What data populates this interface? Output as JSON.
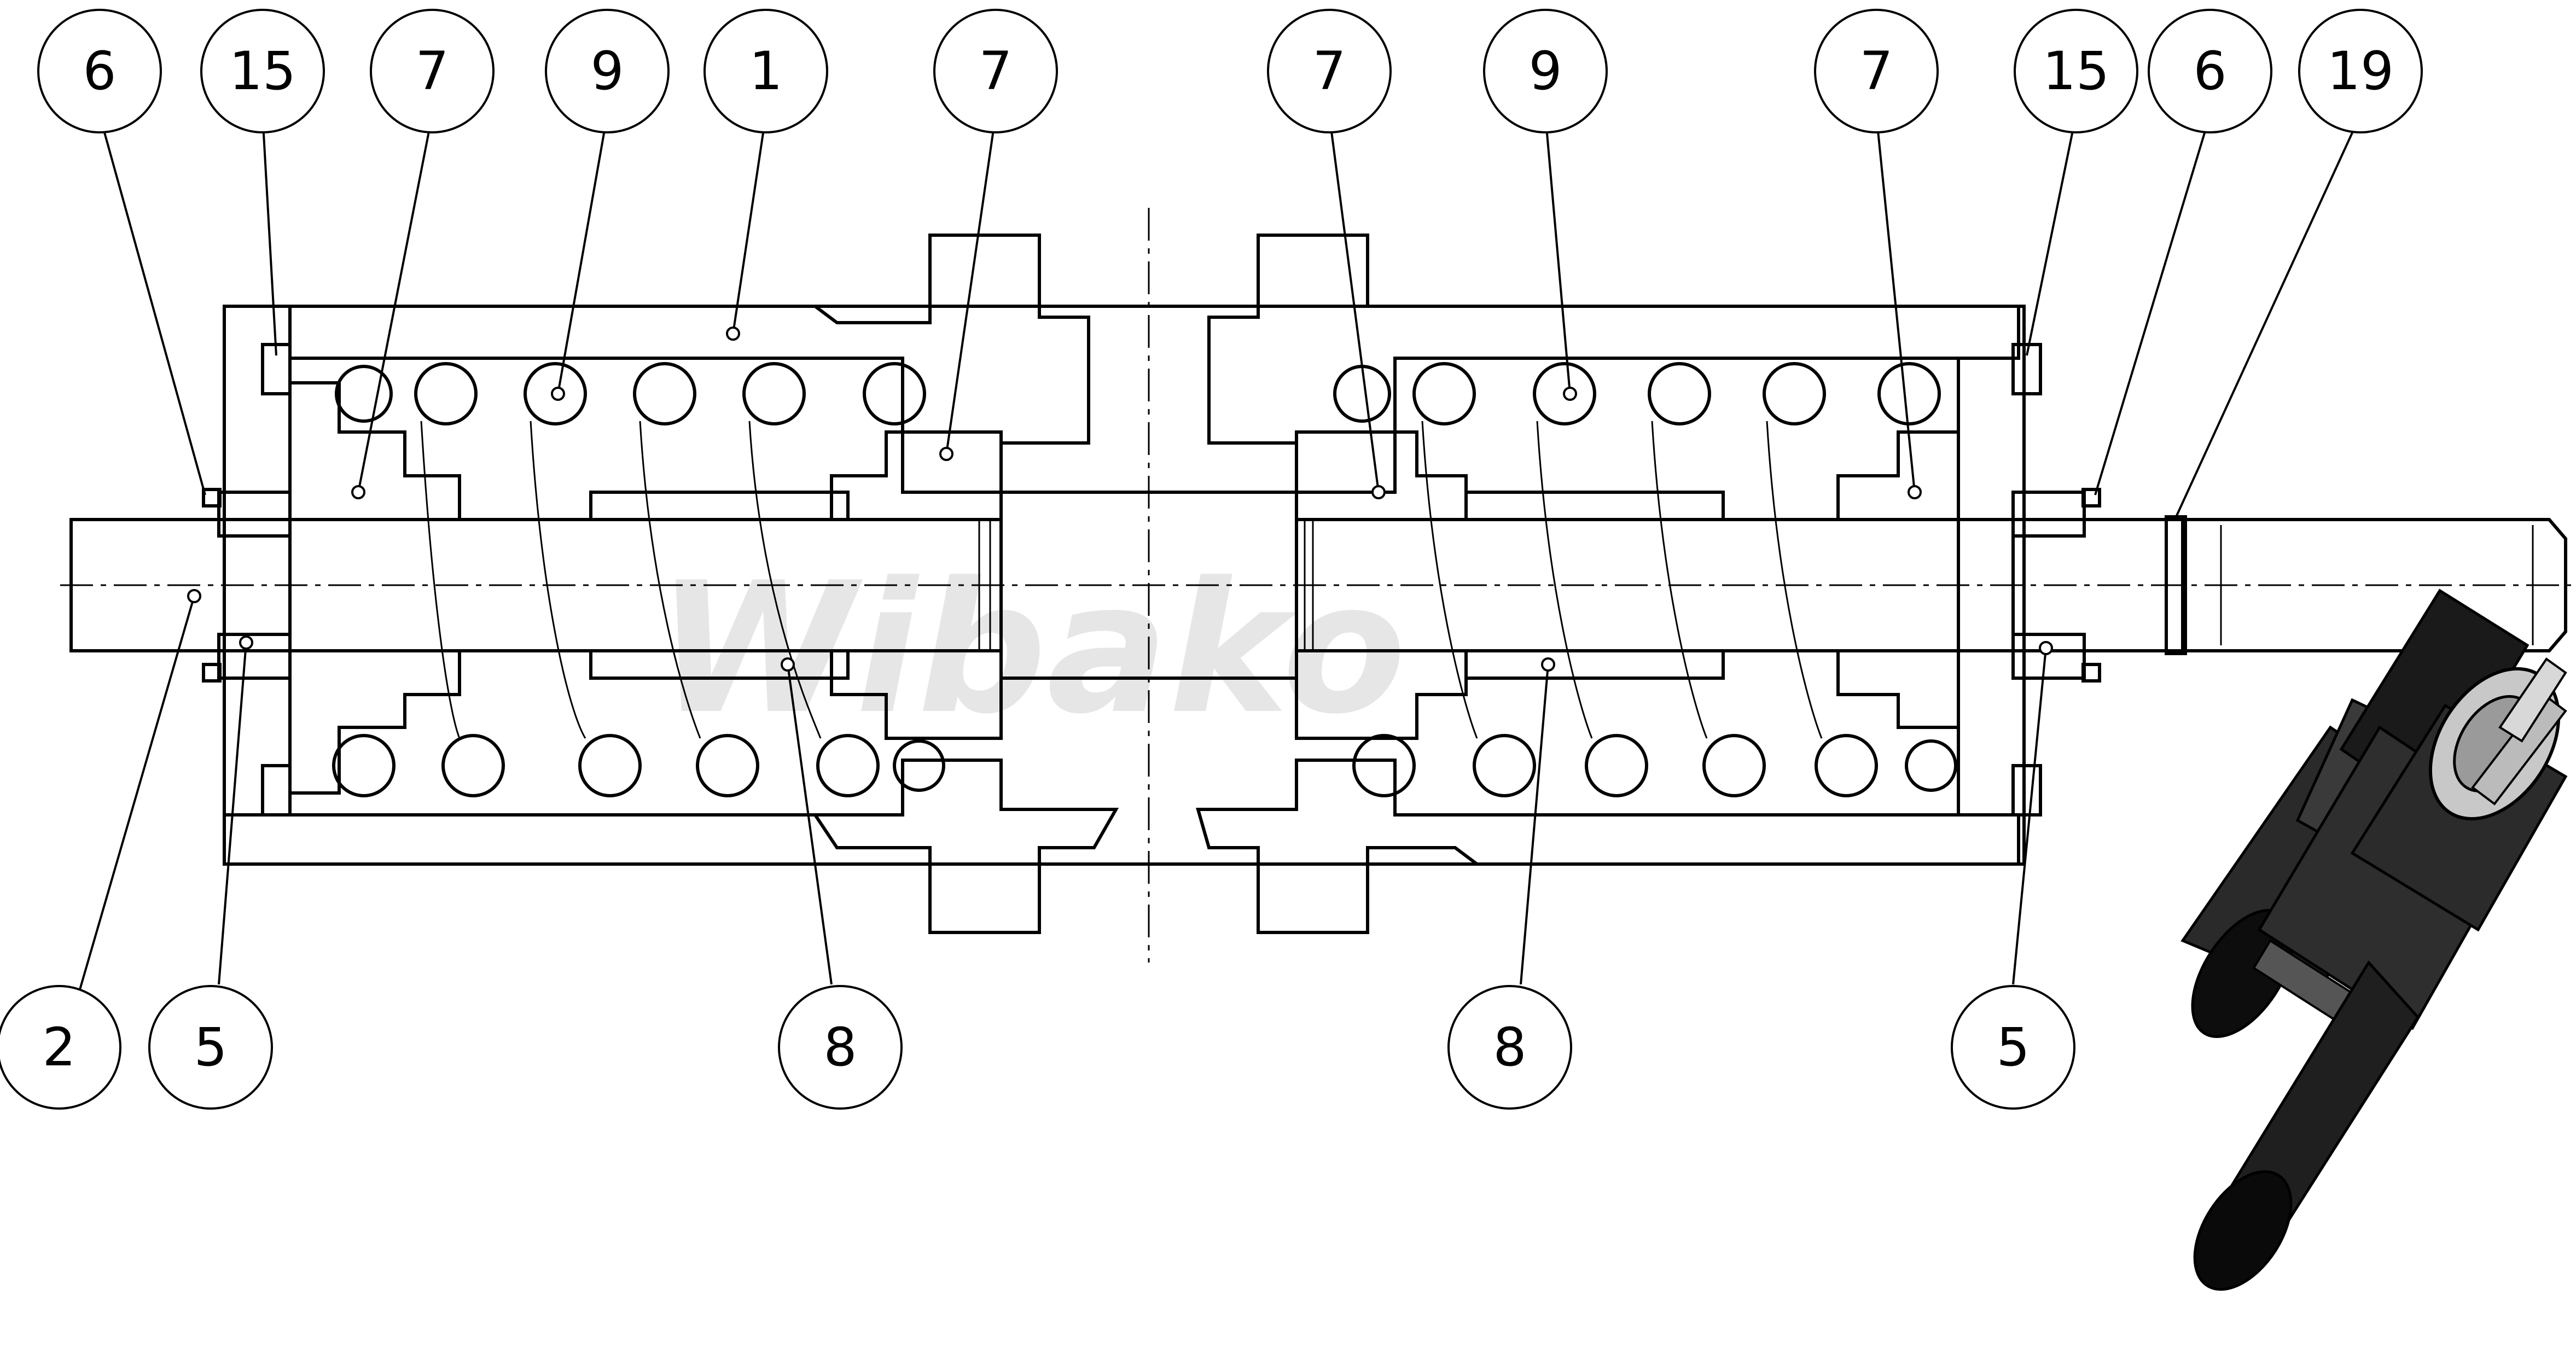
{
  "diagram": {
    "watermark": "Wibako",
    "callouts": [
      {
        "id": "c1",
        "label": "6"
      },
      {
        "id": "c2",
        "label": "15"
      },
      {
        "id": "c3",
        "label": "7"
      },
      {
        "id": "c4",
        "label": "9"
      },
      {
        "id": "c5",
        "label": "1"
      },
      {
        "id": "c6",
        "label": "7"
      },
      {
        "id": "c7",
        "label": "7"
      },
      {
        "id": "c8",
        "label": "9"
      },
      {
        "id": "c9",
        "label": "7"
      },
      {
        "id": "c10",
        "label": "15"
      },
      {
        "id": "c11",
        "label": "6"
      },
      {
        "id": "c12",
        "label": "19"
      },
      {
        "id": "c13",
        "label": "2"
      },
      {
        "id": "c14",
        "label": "5"
      },
      {
        "id": "c15",
        "label": "8"
      },
      {
        "id": "c16",
        "label": "8"
      },
      {
        "id": "c17",
        "label": "5"
      }
    ],
    "colors": {
      "line": "#000000",
      "background": "#ffffff",
      "watermark": "#e6e6e6",
      "render_body": "#c8c8c8"
    }
  }
}
